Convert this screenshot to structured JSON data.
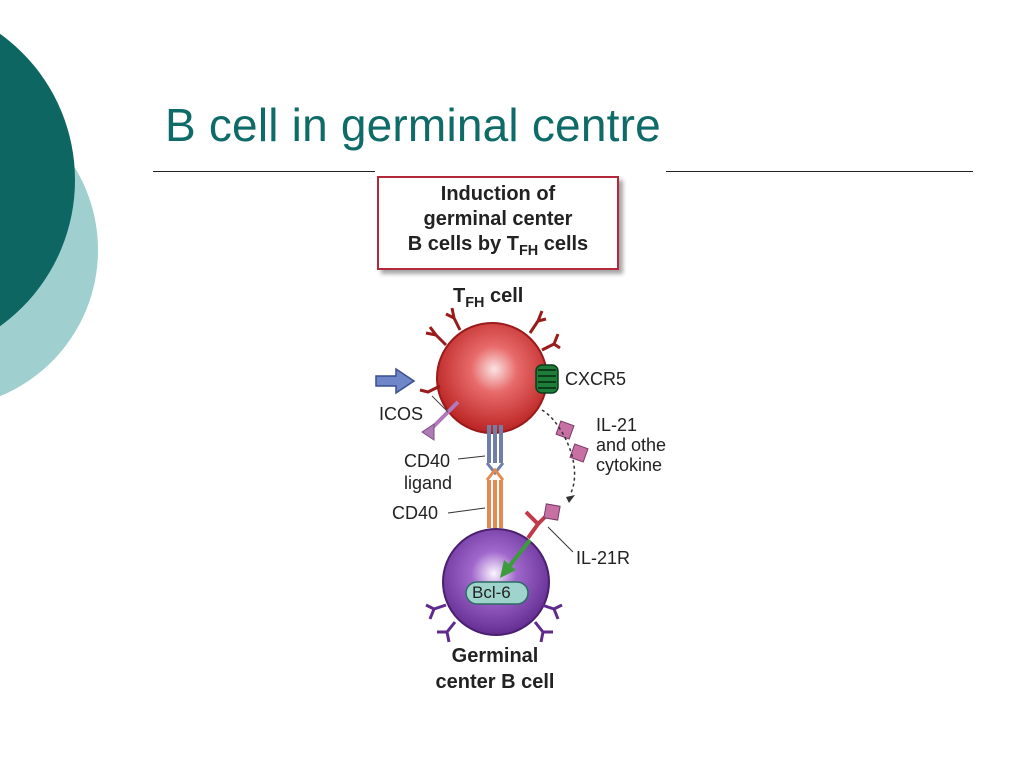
{
  "slide": {
    "title": "B cell in germinal centre",
    "colors": {
      "title": "#0f6b67",
      "dark_teal": "#0d6662",
      "light_teal": "#9fcfcf",
      "box_border": "#b5273a"
    }
  },
  "figure": {
    "box_title": {
      "line1": "Induction of",
      "line2": "germinal center",
      "line3_prefix": "B cells by T",
      "line3_sub": "FH",
      "line3_suffix": " cells"
    },
    "tfh_label": {
      "prefix": "T",
      "sub": "FH",
      "suffix": " cell"
    },
    "labels": {
      "cxcr5": "CXCR5",
      "icos": "ICOS",
      "il21_line1": "IL-21",
      "il21_line2": "and othe",
      "il21_line3": "cytokine",
      "cd40l_line1": "CD40",
      "cd40l_line2": "ligand",
      "cd40": "CD40",
      "il21r": "IL-21R",
      "bcl6": "Bcl-6",
      "gc_line1": "Germinal",
      "gc_line2": "center B cell"
    },
    "icons": [
      "right-arrow-icon",
      "tfh-cell-icon",
      "b-cell-icon",
      "cxcr5-receptor-icon",
      "icos-receptor-icon",
      "cd40-ligand-icon",
      "cd40-receptor-icon",
      "il21-receptor-icon",
      "cytokine-icon"
    ]
  }
}
